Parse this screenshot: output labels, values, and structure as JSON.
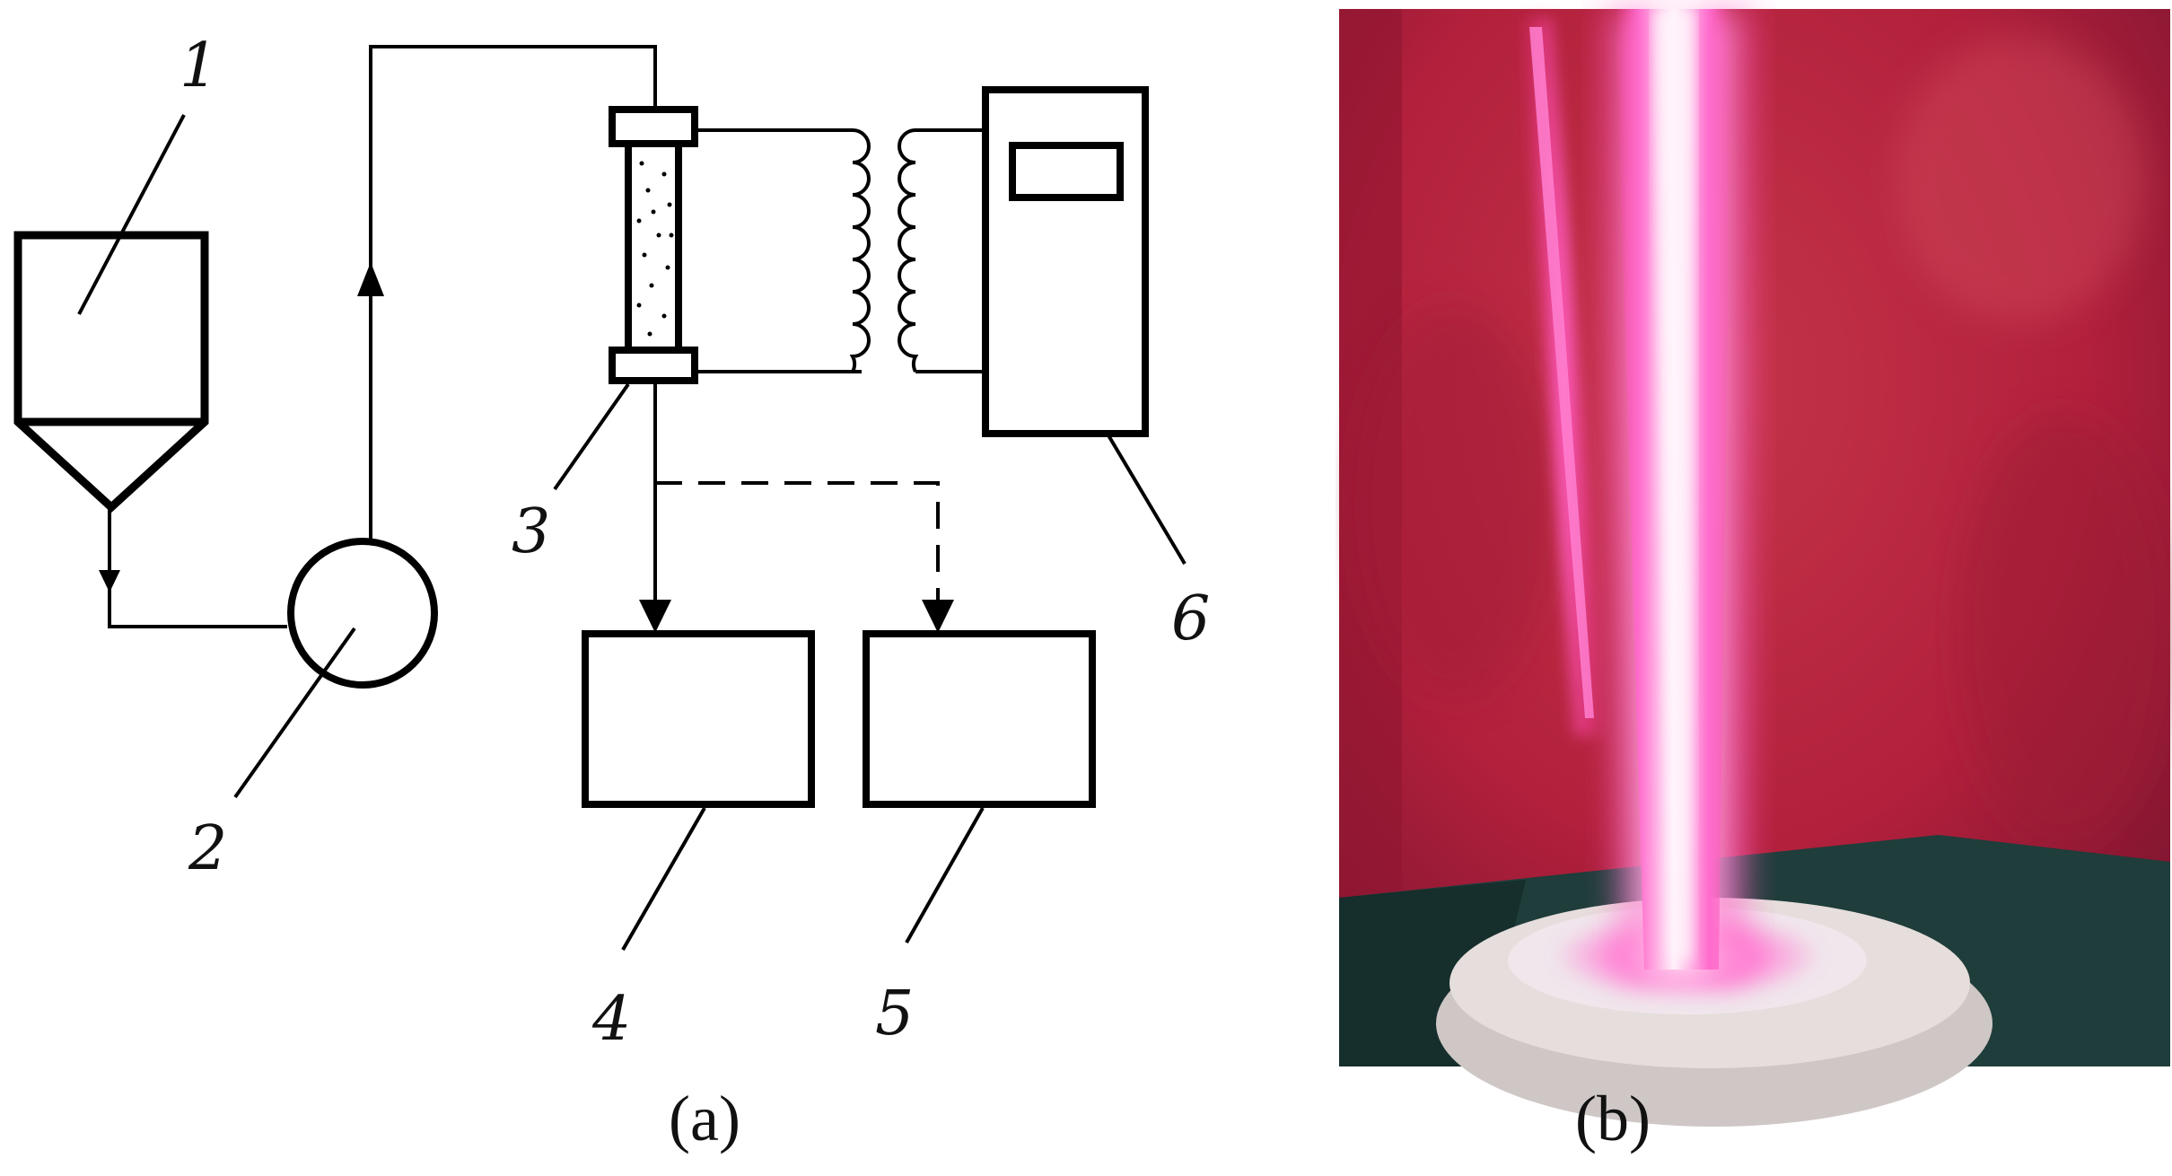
{
  "panel_a": {
    "labels": {
      "hopper": "1",
      "pump": "2",
      "plasma_reactor": "3",
      "box_4": "4",
      "box_5": "5",
      "power_supply": "6"
    },
    "caption": "(a)"
  },
  "panel_b": {
    "caption": "(b)",
    "photo_colors": {
      "background": "#b2203c",
      "jet_core": "#fce8f6",
      "jet_glow": "#ff4fc0",
      "base_plate": "#e6dedc",
      "table": "#1f3d3a"
    }
  }
}
